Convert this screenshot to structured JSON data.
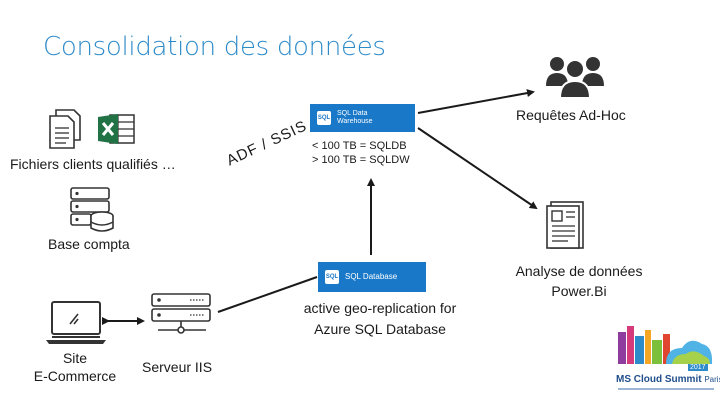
{
  "title": "Consolidation des données",
  "nodes": {
    "files": "Fichiers clients qualifiés …",
    "adhoc": "Requêtes Ad-Hoc",
    "dw_badge": "SQL Data Warehouse",
    "dw_badge_line1": "SQL Data",
    "dw_badge_line2": "Warehouse",
    "db_badge": "SQL Database",
    "rule1": "< 100 TB = SQLDB",
    "rule2": "> 100 TB = SQLDW",
    "adf": "ADF / SSIS",
    "base_compta": "Base compta",
    "analyse_line1": "Analyse de données",
    "analyse_line2": "Power.Bi",
    "georep_line1": "active geo-replication for",
    "georep_line2": "Azure SQL Database",
    "site_line1": "Site",
    "site_line2": "E-Commerce",
    "serveur": "Serveur IIS",
    "logo_line1": "MS Cloud Summit",
    "logo_city": "Paris",
    "logo_year": "2017"
  },
  "colors": {
    "title": "#2e8bc9",
    "badge": "#1978c8",
    "excel": "#217346",
    "icon": "#333333"
  }
}
